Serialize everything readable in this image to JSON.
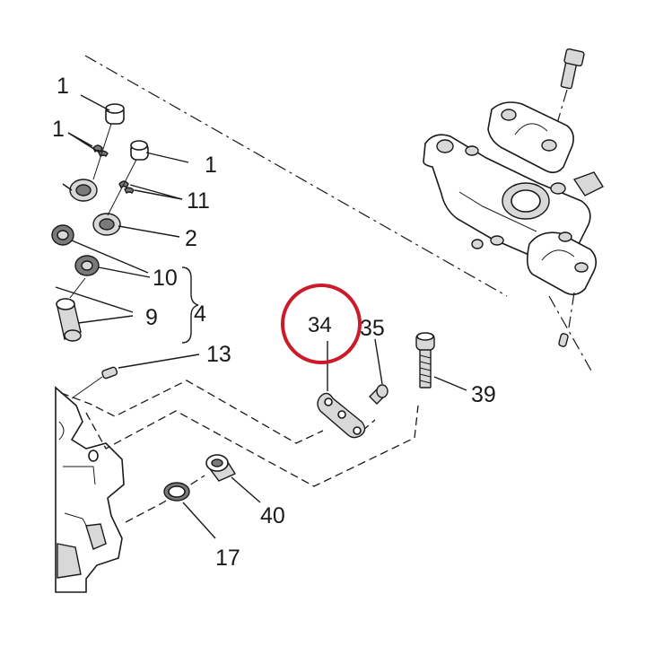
{
  "labels": {
    "l1a": "1",
    "l1b": "1",
    "l1c": "1",
    "l11": "11",
    "l2": "2",
    "l10": "10",
    "l9": "9",
    "l4": "4",
    "l13": "13",
    "l34": "34",
    "l35": "35",
    "l39": "39",
    "l40": "40",
    "l17": "17"
  },
  "colors": {
    "highlight_circle": "#cc1a2a",
    "line": "#1a1a1a",
    "background": "#ffffff"
  },
  "highlighted_part": "34"
}
